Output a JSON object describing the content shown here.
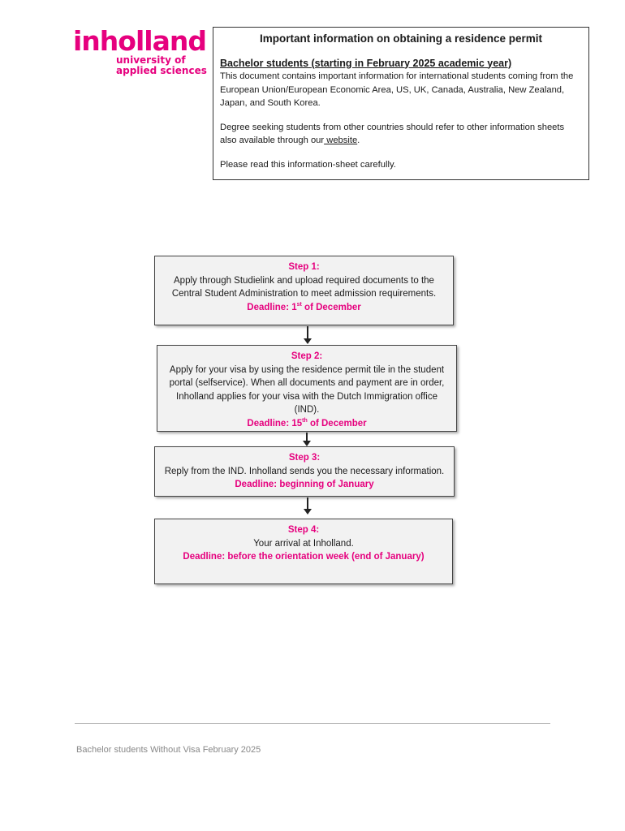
{
  "logo": {
    "wordmark": "inholland",
    "sub_line1": "university of",
    "sub_line2": "applied sciences"
  },
  "info": {
    "title": "Important information on obtaining a residence permit",
    "subtitle": "Bachelor students (starting in February 2025 academic year)",
    "para1": "This document contains important information for international students coming from the European Union/European Economic Area, US, UK, Canada, Australia, New Zealand, Japan, and South Korea.",
    "para2_before": "Degree seeking students from other countries should refer to other information sheets also available through our",
    "para2_link": " website",
    "para2_after": ".",
    "para3": "Please read this information-sheet carefully."
  },
  "steps": [
    {
      "label": "Step 1:",
      "text": "Apply through Studielink and upload required documents to the Central Student Administration to meet admission requirements.",
      "deadline_pre": "Deadline: 1",
      "deadline_sup": "st",
      "deadline_post": " of  December"
    },
    {
      "label": "Step 2:",
      "text": "Apply for your visa by using the residence permit tile in the student portal (selfservice). When all documents and payment are in order, Inholland applies for your visa with the Dutch Immigration office (IND).",
      "deadline_pre": "Deadline: 15",
      "deadline_sup": "th",
      "deadline_post": " of December"
    },
    {
      "label": "Step 3:",
      "text": "Reply from the IND. Inholland sends you the necessary information.",
      "deadline": "Deadline: beginning of January"
    },
    {
      "label": "Step 4:",
      "text": "Your arrival at Inholland.",
      "deadline": "Deadline: before the orientation week (end of January)"
    }
  ],
  "footer": "Bachelor students Without Visa February 2025",
  "colors": {
    "brand": "#e6007e",
    "box_fill": "#f2f2f2"
  }
}
